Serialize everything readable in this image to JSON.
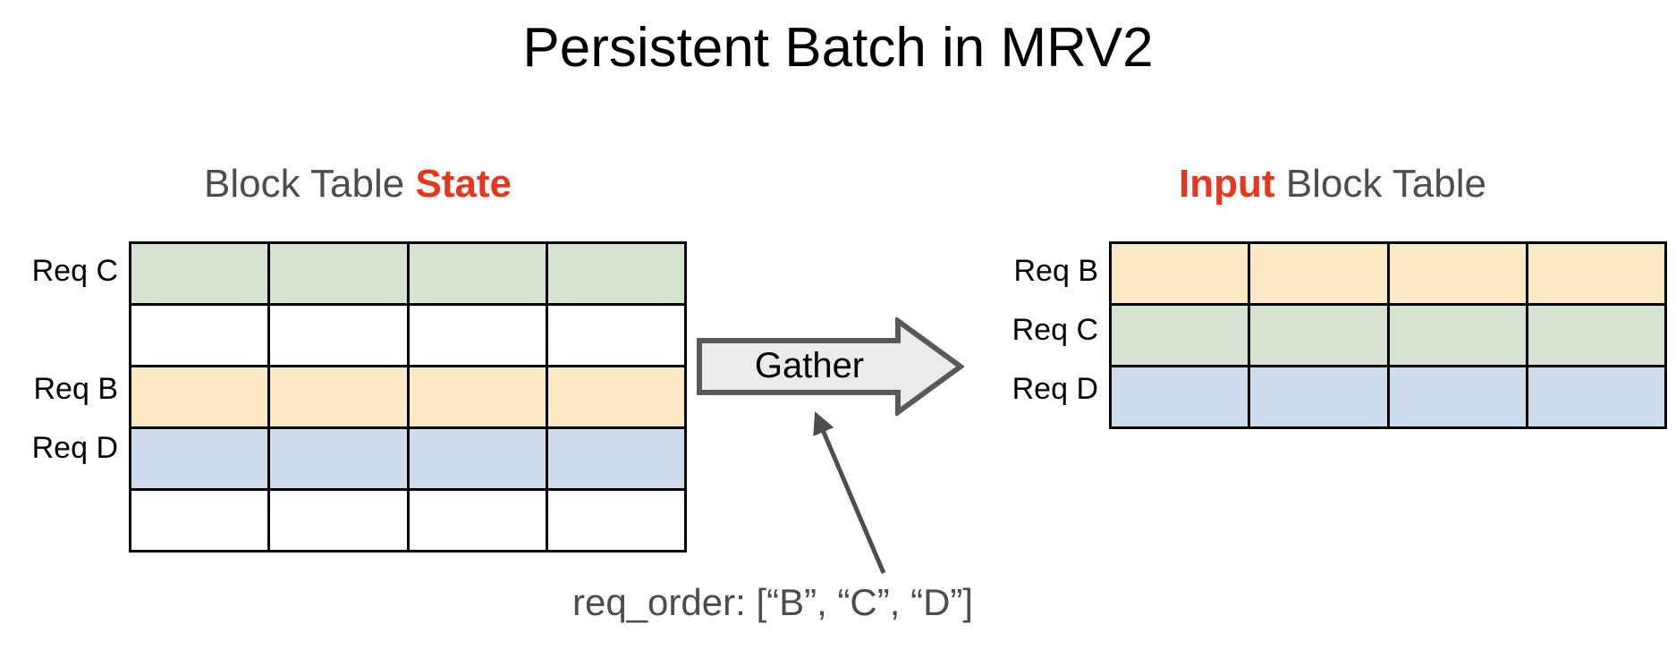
{
  "slide": {
    "title": "Persistent Batch in MRV2",
    "background_color": "#ffffff",
    "accent_color": "#e8361c",
    "heading_color": "#4d4d4d",
    "text_color": "#000000"
  },
  "left_panel": {
    "heading": {
      "prefix": "Block Table ",
      "accent": "State"
    },
    "table": {
      "columns": 4,
      "rows": [
        {
          "label": "Req C",
          "fill": "green",
          "color": "#d6e3d1"
        },
        {
          "label": "",
          "fill": "empty",
          "color": "#ffffff"
        },
        {
          "label": "Req B",
          "fill": "yellow",
          "color": "#fbe9c4"
        },
        {
          "label": "Req D",
          "fill": "blue",
          "color": "#ccdcec"
        },
        {
          "label": "",
          "fill": "empty",
          "color": "#ffffff"
        }
      ]
    }
  },
  "right_panel": {
    "heading": {
      "accent": "Input",
      "suffix": " Block Table"
    },
    "table": {
      "columns": 4,
      "rows": [
        {
          "label": "Req B",
          "fill": "yellow",
          "color": "#fbe9c4"
        },
        {
          "label": "Req C",
          "fill": "green",
          "color": "#d6e3d1"
        },
        {
          "label": "Req D",
          "fill": "blue",
          "color": "#ccdcec"
        }
      ]
    }
  },
  "gather": {
    "label": "Gather",
    "fill_color": "#ebebeb",
    "border_color": "#595959"
  },
  "caption": {
    "text": "req_order: [“B”, “C”, “D”]",
    "color": "#4d4d4d"
  }
}
